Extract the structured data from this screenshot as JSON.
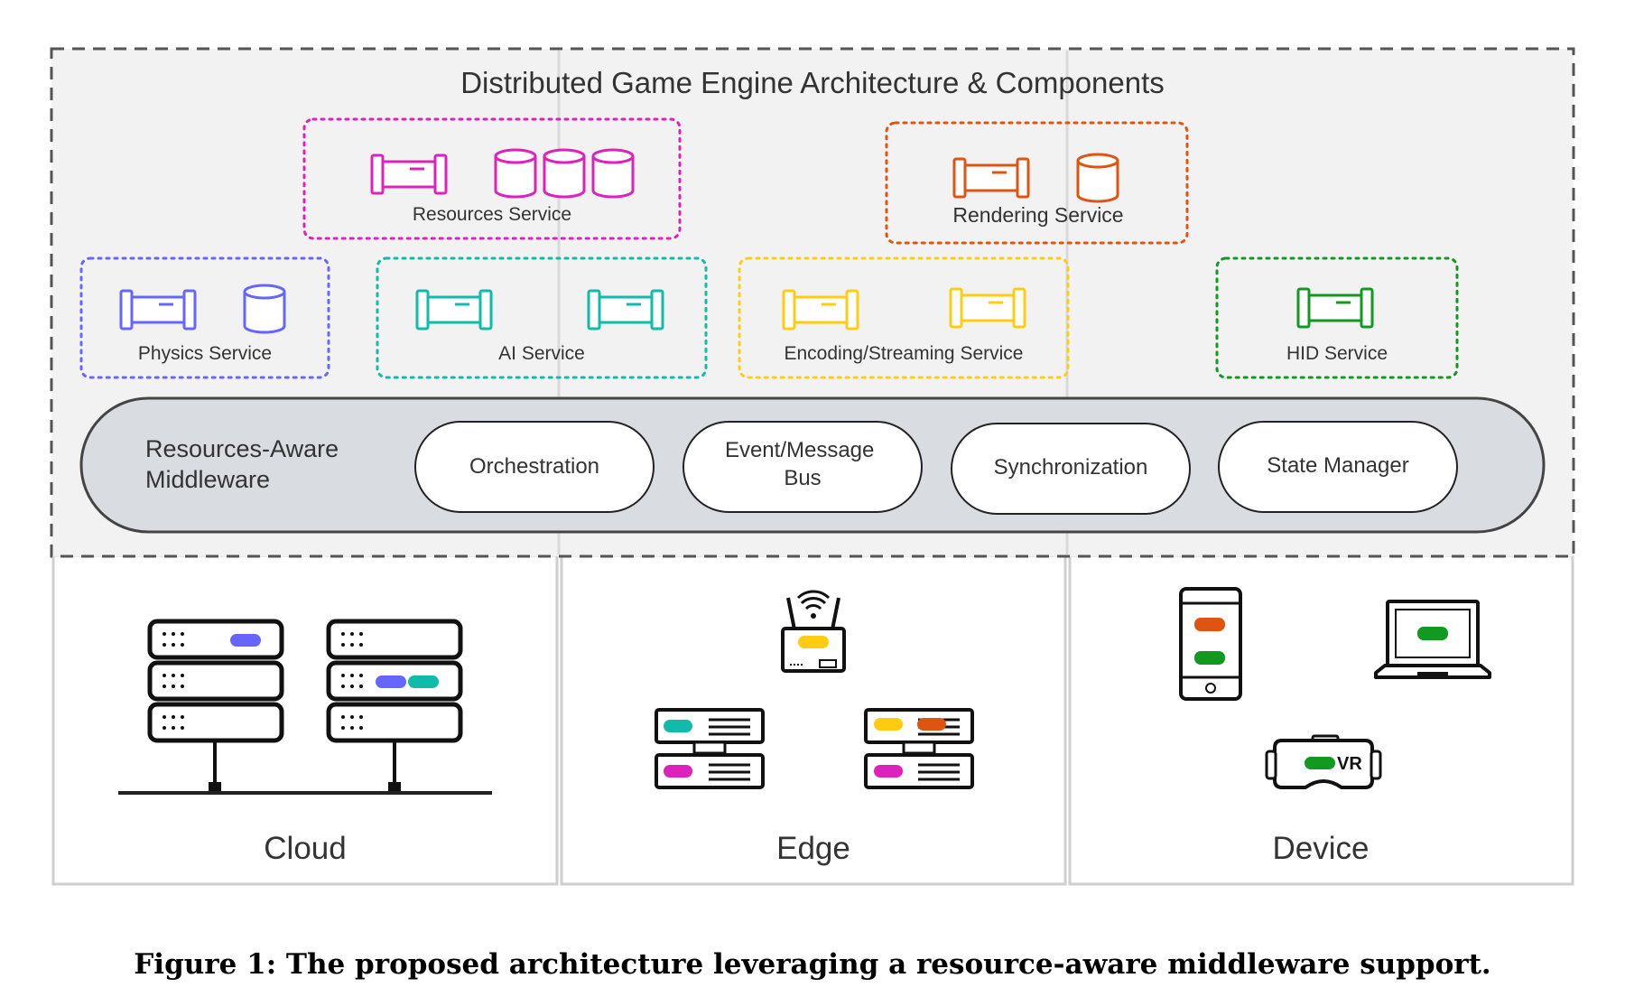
{
  "title": "Distributed Game Engine Architecture & Components",
  "services": {
    "resources": {
      "label": "Resources Service",
      "color": "#dd22bb"
    },
    "rendering": {
      "label": "Rendering Service",
      "color": "#dd5511"
    },
    "physics": {
      "label": "Physics Service",
      "color": "#6666ff"
    },
    "ai": {
      "label": "AI Service",
      "color": "#11bbaa"
    },
    "encoding": {
      "label": "Encoding/Streaming Service",
      "color": "#ffcc11"
    },
    "hid": {
      "label": "HID Service",
      "color": "#119922"
    }
  },
  "middleware": {
    "label_line1": "Resources-Aware",
    "label_line2": "Middleware",
    "components": {
      "orchestration": "Orchestration",
      "event_bus_line1": "Event/Message",
      "event_bus_line2": "Bus",
      "synchronization": "Synchronization",
      "state_manager": "State Manager"
    }
  },
  "tiers": {
    "cloud": "Cloud",
    "edge": "Edge",
    "device": "Device"
  },
  "vr_badge": "VR",
  "caption": "Figure 1: The proposed architecture leveraging a resource-aware middleware support."
}
